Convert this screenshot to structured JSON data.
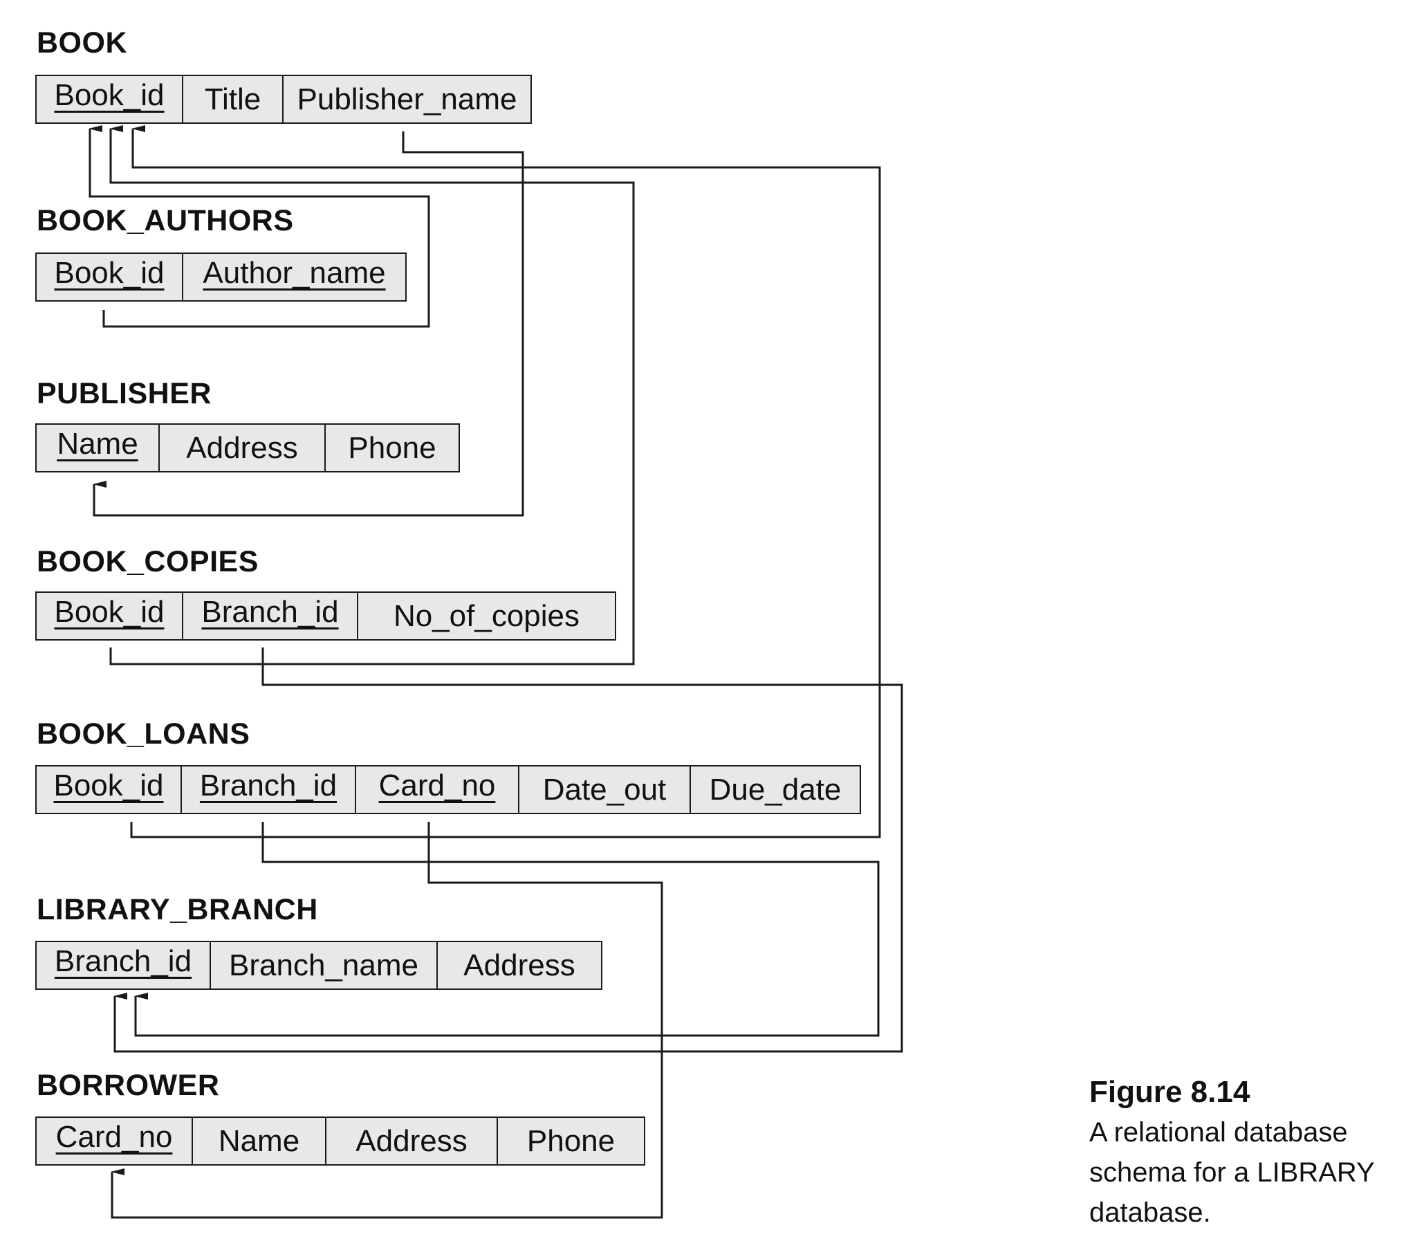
{
  "relations": {
    "book": {
      "name": "BOOK",
      "attributes": [
        "Book_id",
        "Title",
        "Publisher_name"
      ],
      "primary_key": [
        "Book_id"
      ]
    },
    "book_authors": {
      "name": "BOOK_AUTHORS",
      "attributes": [
        "Book_id",
        "Author_name"
      ],
      "primary_key": [
        "Book_id",
        "Author_name"
      ]
    },
    "publisher": {
      "name": "PUBLISHER",
      "attributes": [
        "Name",
        "Address",
        "Phone"
      ],
      "primary_key": [
        "Name"
      ]
    },
    "book_copies": {
      "name": "BOOK_COPIES",
      "attributes": [
        "Book_id",
        "Branch_id",
        "No_of_copies"
      ],
      "primary_key": [
        "Book_id",
        "Branch_id"
      ]
    },
    "book_loans": {
      "name": "BOOK_LOANS",
      "attributes": [
        "Book_id",
        "Branch_id",
        "Card_no",
        "Date_out",
        "Due_date"
      ],
      "primary_key": [
        "Book_id",
        "Branch_id",
        "Card_no"
      ]
    },
    "library_branch": {
      "name": "LIBRARY_BRANCH",
      "attributes": [
        "Branch_id",
        "Branch_name",
        "Address"
      ],
      "primary_key": [
        "Branch_id"
      ]
    },
    "borrower": {
      "name": "BORROWER",
      "attributes": [
        "Card_no",
        "Name",
        "Address",
        "Phone"
      ],
      "primary_key": [
        "Card_no"
      ]
    }
  },
  "foreign_keys": [
    {
      "from": "BOOK_AUTHORS.Book_id",
      "to": "BOOK.Book_id"
    },
    {
      "from": "BOOK.Publisher_name",
      "to": "PUBLISHER.Name"
    },
    {
      "from": "BOOK_COPIES.Book_id",
      "to": "BOOK.Book_id"
    },
    {
      "from": "BOOK_COPIES.Branch_id",
      "to": "LIBRARY_BRANCH.Branch_id"
    },
    {
      "from": "BOOK_LOANS.Book_id",
      "to": "BOOK.Book_id"
    },
    {
      "from": "BOOK_LOANS.Branch_id",
      "to": "LIBRARY_BRANCH.Branch_id"
    },
    {
      "from": "BOOK_LOANS.Card_no",
      "to": "BORROWER.Card_no"
    }
  ],
  "caption": {
    "figure_label": "Figure 8.14",
    "text": "A relational database schema for a LIBRARY database."
  }
}
